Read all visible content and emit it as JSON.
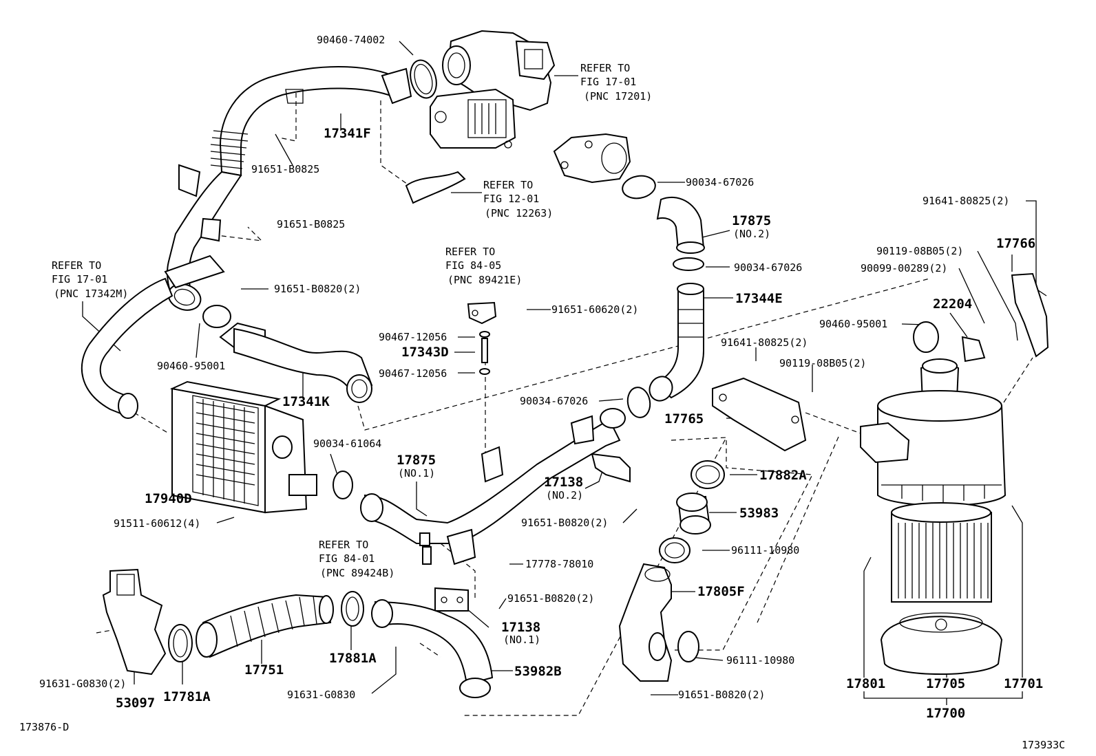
{
  "labels": {
    "p_90460_74002": "90460-74002",
    "refer_17201_a": "REFER TO",
    "refer_17201_b": "FIG 17-01",
    "refer_17201_c": "(PNC 17201)",
    "p_17341F": "17341F",
    "p_91651_B0825_a": "91651-B0825",
    "p_91651_B0825_b": "91651-B0825",
    "refer_12263_a": "REFER TO",
    "refer_12263_b": "FIG 12-01",
    "refer_12263_c": "(PNC 12263)",
    "p_90034_67026_a": "90034-67026",
    "p_17875_no2": "17875",
    "p_17875_no2_sub": "(NO.2)",
    "p_90034_67026_b": "90034-67026",
    "p_17344E": "17344E",
    "refer_17342M_a": "REFER TO",
    "refer_17342M_b": "FIG 17-01",
    "refer_17342M_c": "(PNC 17342M)",
    "p_91651_B0820_2_a": "91651-B0820(2)",
    "refer_89421E_a": "REFER TO",
    "refer_89421E_b": "FIG 84-05",
    "refer_89421E_c": "(PNC 89421E)",
    "p_91651_60620_2": "91651-60620(2)",
    "p_90467_12056_a": "90467-12056",
    "p_17343D": "17343D",
    "p_90467_12056_b": "90467-12056",
    "p_90460_95001_a": "90460-95001",
    "p_17341K": "17341K",
    "p_91641_80825_2_a": "91641-80825(2)",
    "p_90119_08B05_2_a": "90119-08B05(2)",
    "p_17766": "17766",
    "p_90099_00289_2": "90099-00289(2)",
    "p_22204": "22204",
    "p_90460_95001_b": "90460-95001",
    "p_91641_80825_2_b": "91641-80825(2)",
    "p_90119_08B05_2_b": "90119-08B05(2)",
    "p_90034_67026_c": "90034-67026",
    "p_17765": "17765",
    "p_90034_61064": "90034-61064",
    "p_17875_no1": "17875",
    "p_17875_no1_sub": "(NO.1)",
    "p_17138_no2": "17138",
    "p_17138_no2_sub": "(NO.2)",
    "p_17882A": "17882A",
    "p_17940D": "17940D",
    "p_53983": "53983",
    "p_91511_60612_4": "91511-60612(4)",
    "p_91651_B0820_2_b": "91651-B0820(2)",
    "refer_89424B_a": "REFER TO",
    "refer_89424B_b": "FIG 84-01",
    "refer_89424B_c": "(PNC 89424B)",
    "p_17778_78010": "17778-78010",
    "p_96111_10980_a": "96111-10980",
    "p_17805F": "17805F",
    "p_91651_B0820_2_c": "91651-B0820(2)",
    "p_17138_no1": "17138",
    "p_17138_no1_sub": "(NO.1)",
    "p_96111_10980_b": "96111-10980",
    "p_91631_G0830_2": "91631-G0830(2)",
    "p_17781A": "17781A",
    "p_53097": "53097",
    "p_17751": "17751",
    "p_17881A": "17881A",
    "p_91631_G0830": "91631-G0830",
    "p_53982B": "53982B",
    "p_91651_B0820_2_d": "91651-B0820(2)",
    "p_17801": "17801",
    "p_17705": "17705",
    "p_17701": "17701",
    "p_17700": "17700",
    "fig_left": "173876-D",
    "fig_right": "173933C"
  }
}
